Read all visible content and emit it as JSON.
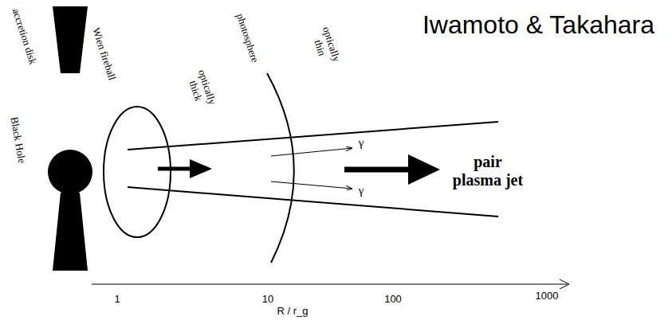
{
  "diagram": {
    "title": "Iwamoto & Takahara",
    "labels": [
      "accretion disk",
      "Black Hole",
      "Wien fireball",
      "optically thick",
      "photosphere",
      "optically thin",
      "γ",
      "γ",
      "pair plasma jet",
      "1",
      "10",
      "100",
      "1000",
      "R / r_g"
    ]
  }
}
